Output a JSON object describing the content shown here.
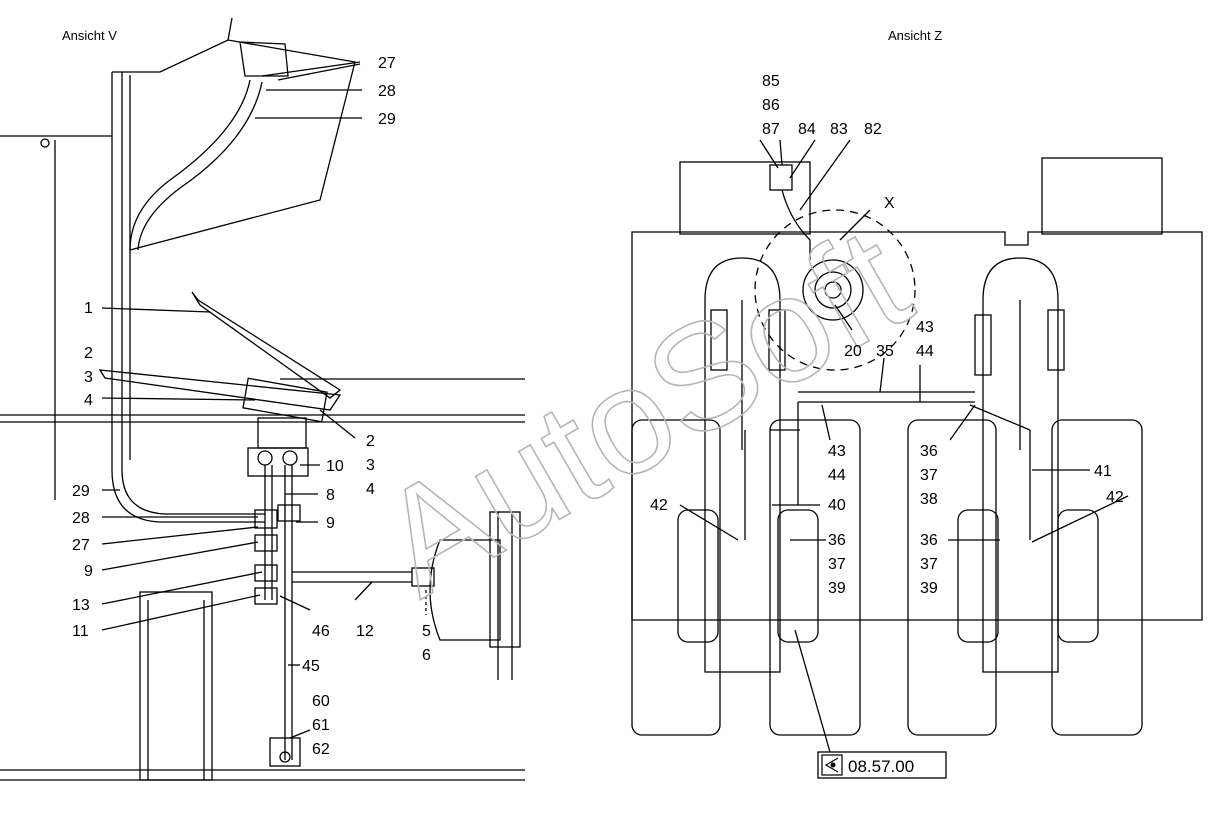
{
  "views": {
    "left": {
      "title": "Ansicht V"
    },
    "right": {
      "title": "Ansicht Z"
    }
  },
  "watermark": "AutoSoft",
  "detail_marker": "X",
  "reference": {
    "text": "08.57.00",
    "icon": "eye-icon"
  },
  "callouts_left": [
    {
      "id": "27a",
      "text": "27"
    },
    {
      "id": "28a",
      "text": "28"
    },
    {
      "id": "29a",
      "text": "29"
    },
    {
      "id": "1",
      "text": "1"
    },
    {
      "id": "2a",
      "text": "2"
    },
    {
      "id": "3a",
      "text": "3"
    },
    {
      "id": "4a",
      "text": "4"
    },
    {
      "id": "2b",
      "text": "2"
    },
    {
      "id": "3b",
      "text": "3"
    },
    {
      "id": "4b",
      "text": "4"
    },
    {
      "id": "10",
      "text": "10"
    },
    {
      "id": "29b",
      "text": "29"
    },
    {
      "id": "8",
      "text": "8"
    },
    {
      "id": "28b",
      "text": "28"
    },
    {
      "id": "9a",
      "text": "9"
    },
    {
      "id": "27b",
      "text": "27"
    },
    {
      "id": "9b",
      "text": "9"
    },
    {
      "id": "13",
      "text": "13"
    },
    {
      "id": "11",
      "text": "11"
    },
    {
      "id": "46",
      "text": "46"
    },
    {
      "id": "12",
      "text": "12"
    },
    {
      "id": "5",
      "text": "5"
    },
    {
      "id": "6",
      "text": "6"
    },
    {
      "id": "45",
      "text": "45"
    },
    {
      "id": "60",
      "text": "60"
    },
    {
      "id": "61",
      "text": "61"
    },
    {
      "id": "62",
      "text": "62"
    }
  ],
  "callouts_right": [
    {
      "id": "85",
      "text": "85"
    },
    {
      "id": "86",
      "text": "86"
    },
    {
      "id": "87",
      "text": "87"
    },
    {
      "id": "84",
      "text": "84"
    },
    {
      "id": "83",
      "text": "83"
    },
    {
      "id": "82",
      "text": "82"
    },
    {
      "id": "43a",
      "text": "43"
    },
    {
      "id": "44a",
      "text": "44"
    },
    {
      "id": "20",
      "text": "20"
    },
    {
      "id": "35",
      "text": "35"
    },
    {
      "id": "43b",
      "text": "43"
    },
    {
      "id": "44b",
      "text": "44"
    },
    {
      "id": "36a",
      "text": "36"
    },
    {
      "id": "37a",
      "text": "37"
    },
    {
      "id": "38",
      "text": "38"
    },
    {
      "id": "41",
      "text": "41"
    },
    {
      "id": "40",
      "text": "40"
    },
    {
      "id": "42a",
      "text": "42"
    },
    {
      "id": "42b",
      "text": "42"
    },
    {
      "id": "36b",
      "text": "36"
    },
    {
      "id": "37b",
      "text": "37"
    },
    {
      "id": "39a",
      "text": "39"
    },
    {
      "id": "36c",
      "text": "36"
    },
    {
      "id": "37c",
      "text": "37"
    },
    {
      "id": "39b",
      "text": "39"
    }
  ]
}
